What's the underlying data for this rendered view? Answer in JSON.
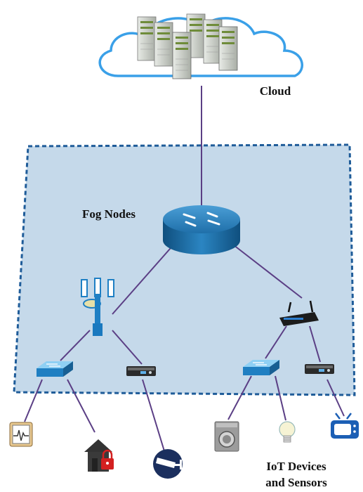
{
  "labels": {
    "cloud": "Cloud",
    "fog_nodes": "Fog Nodes",
    "iot_line1": "IoT Devices",
    "iot_line2": "and Sensors"
  },
  "colors": {
    "fog_region_fill": "#c5d9ea",
    "fog_region_border": "#1f5c99",
    "link": "#5b3f85",
    "cloud_outline": "#3aa0e8",
    "router": "#1a6fa8",
    "switch": "#2a8fd0",
    "server": "#c8ccc6"
  },
  "nodes": {
    "cloud": {
      "icon": "cloud-with-servers-icon"
    },
    "router": {
      "icon": "router-icon"
    },
    "cell_tower": {
      "icon": "cell-tower-icon"
    },
    "wifi_router": {
      "icon": "wifi-router-icon"
    },
    "switch_left": {
      "icon": "network-switch-icon"
    },
    "switch_right": {
      "icon": "network-switch-icon"
    },
    "gateway_left": {
      "icon": "gateway-box-icon"
    },
    "gateway_right": {
      "icon": "gateway-box-icon"
    },
    "devices": [
      "heart-monitor-icon",
      "smart-lock-home-icon",
      "security-camera-icon",
      "washing-machine-icon",
      "light-bulb-icon",
      "television-icon"
    ]
  }
}
